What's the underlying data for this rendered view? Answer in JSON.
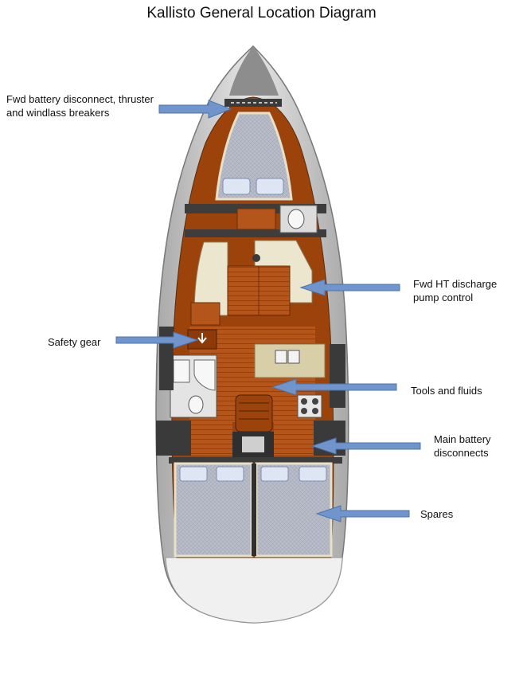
{
  "title": "Kallisto General Location Diagram",
  "labels": [
    {
      "id": "fwd-battery",
      "lines": [
        "Fwd battery disconnect, thruster",
        "and windlass breakers"
      ]
    },
    {
      "id": "fwd-ht",
      "lines": [
        "Fwd HT discharge",
        "pump control"
      ]
    },
    {
      "id": "safety-gear",
      "lines": [
        "Safety gear"
      ]
    },
    {
      "id": "tools-fluids",
      "lines": [
        "Tools and fluids"
      ]
    },
    {
      "id": "main-battery",
      "lines": [
        "Main battery",
        "disconnects"
      ]
    },
    {
      "id": "spares",
      "lines": [
        "Spares"
      ]
    }
  ],
  "colors": {
    "arrow": "#6f95cc",
    "arrow_edge": "#4d73ad",
    "hull_gray": "#c9c9c9",
    "wood": "#a2480f",
    "cushion": "#ece6cf",
    "berth": "#b8bcc8"
  }
}
